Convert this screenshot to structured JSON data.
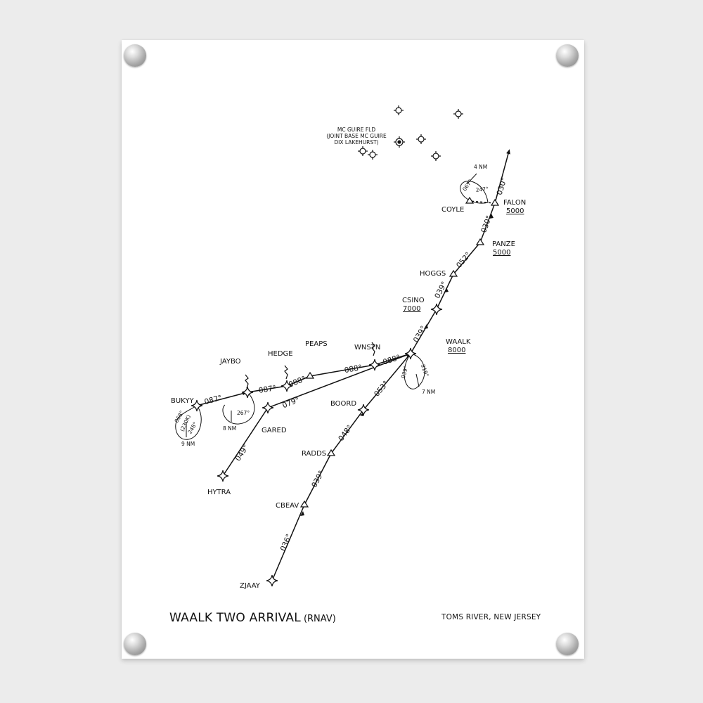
{
  "chart": {
    "title": "WAALK TWO ARRIVAL",
    "subtitle": "(RNAV)",
    "location": "TOMS RIVER, NEW JERSEY",
    "airport": [
      "MC GUIRE FLD",
      "(JOINT BASE MC GUIRE",
      "DIX LAKEHURST)"
    ]
  },
  "fixes": {
    "falon": {
      "name": "FALON",
      "alt": "5000"
    },
    "coyle": {
      "name": "COYLE"
    },
    "panze": {
      "name": "PANZE",
      "alt": "5000"
    },
    "hoggs": {
      "name": "HOGGS"
    },
    "csino": {
      "name": "CSINO",
      "alt": "7000"
    },
    "waalk": {
      "name": "WAALK",
      "alt": "8000"
    },
    "wnstn": {
      "name": "WNSTN"
    },
    "peaps": {
      "name": "PEAPS"
    },
    "hedge": {
      "name": "HEDGE"
    },
    "jaybo": {
      "name": "JAYBO"
    },
    "bukyy": {
      "name": "BUKYY"
    },
    "gared": {
      "name": "GARED"
    },
    "hytra": {
      "name": "HYTRA"
    },
    "boord": {
      "name": "BOORD"
    },
    "radds": {
      "name": "RADDS"
    },
    "cbeav": {
      "name": "CBEAV"
    },
    "zjaay": {
      "name": "ZJAAY"
    }
  },
  "courses": {
    "c030_top": "030°",
    "c030_panze": "030°",
    "c052": "052°",
    "c039_csino": "039°",
    "c039_waalk": "039°",
    "c088_wnstn": "088°",
    "c088_peaps": "088°",
    "c088_hedge": "088°",
    "c087_jaybo": "087°",
    "c087_bukyy": "087°",
    "c079": "079°",
    "c049": "049°",
    "c053": "053°",
    "c048": "048°",
    "c039_radds": "039°",
    "c036": "036°"
  },
  "holds": {
    "coyle": {
      "dist": "4 NM",
      "inbound": "067°",
      "outbound": "247°"
    },
    "waalk": {
      "dist": "7 NM",
      "inbound": "039°",
      "outbound": "219°"
    },
    "jaybo": {
      "dist": "8 NM",
      "outbound": "267°"
    },
    "bukyy": {
      "dist": "9 NM",
      "inbound": "068°",
      "outbound": "248°",
      "speed": "(230K)"
    }
  }
}
